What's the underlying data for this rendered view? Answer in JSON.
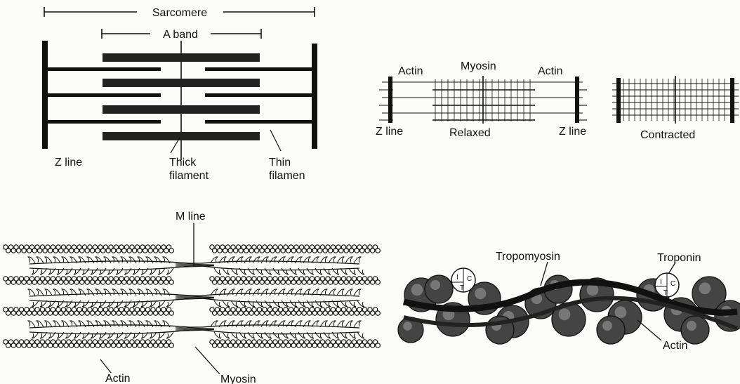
{
  "sarcomere_panel": {
    "sarcomere_label": "Sarcomere",
    "a_band_label": "A band",
    "z_line_label": "Z line",
    "thick_label_1": "Thick",
    "thick_label_2": "filament",
    "thin_label_1": "Thin",
    "thin_label_2": "filamen"
  },
  "contraction_panel": {
    "actin_left": "Actin",
    "myosin": "Myosin",
    "actin_right": "Actin",
    "z_line_left": "Z line",
    "relaxed": "Relaxed",
    "z_line_right": "Z line",
    "contracted": "Contracted"
  },
  "filament_panel": {
    "m_line": "M line",
    "actin": "Actin",
    "myosin": "Myosin"
  },
  "thin_filament_panel": {
    "tropomyosin": "Tropomyosin",
    "troponin": "Troponin",
    "actin": "Actin",
    "troponin_subunits": [
      "I",
      "C",
      "T"
    ]
  },
  "colors": {
    "ink": "#111111",
    "paper": "#fbfbf9",
    "shade": "#555555"
  }
}
